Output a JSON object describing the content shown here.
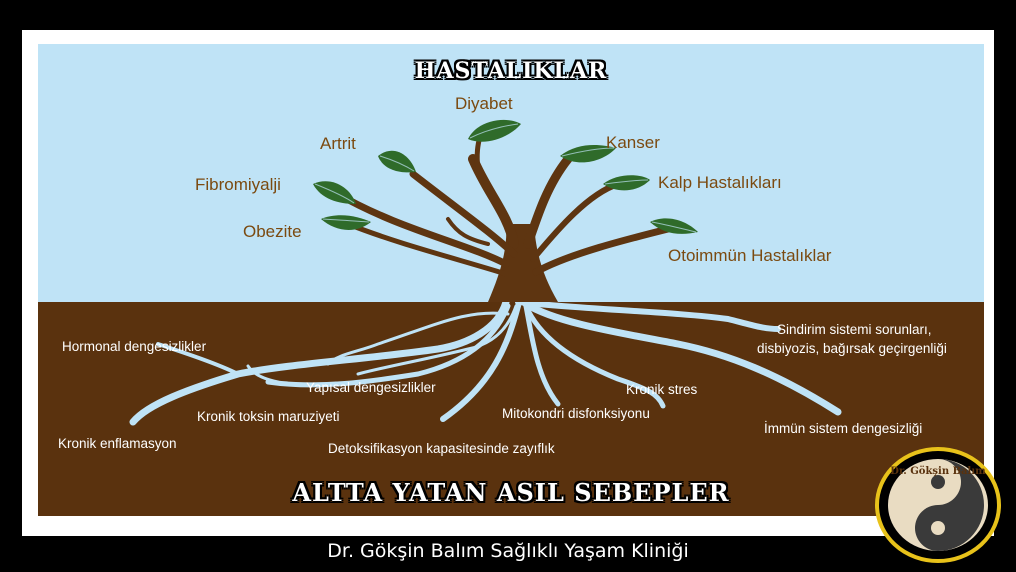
{
  "title_top": "HASTALIKLAR",
  "title_bottom": "ALTTA YATAN ASIL SEBEPLER",
  "diseases": [
    "Diyabet",
    "Artrit",
    "Kanser",
    "Fibromiyalji",
    "Kalp Hastalıkları",
    "Obezite",
    "Otoimmün Hastalıklar"
  ],
  "causes": {
    "hormonal": "Hormonal dengesizlikler",
    "sindirim_line1": "Sindirim sistemi sorunları,",
    "sindirim_line2": "disbiyozis, bağırsak geçirgenliği",
    "yapisal": "Yapısal dengesizlikler",
    "kronik_stres": "Kronik stres",
    "toksin": "Kronik toksin maruziyeti",
    "mitokondri": "Mitokondri disfonksiyonu",
    "immun": "İmmün sistem dengesizliği",
    "enflamasyon": "Kronik enflamasyon",
    "detoks": "Detoksifikasyon kapasitesinde zayıflık"
  },
  "footer": "Dr. Gökşin Balım Sağlıklı Yaşam Kliniği",
  "logo_name": "Dr. Gökşin Balım",
  "colors": {
    "sky": "#bfe3f6",
    "soil": "#5a320e",
    "trunk": "#5e3511",
    "leaf": "#2f6b2a",
    "root": "#bfe3f6",
    "disease_text": "#7b4a10",
    "logo_ring": "#e8c21a"
  }
}
